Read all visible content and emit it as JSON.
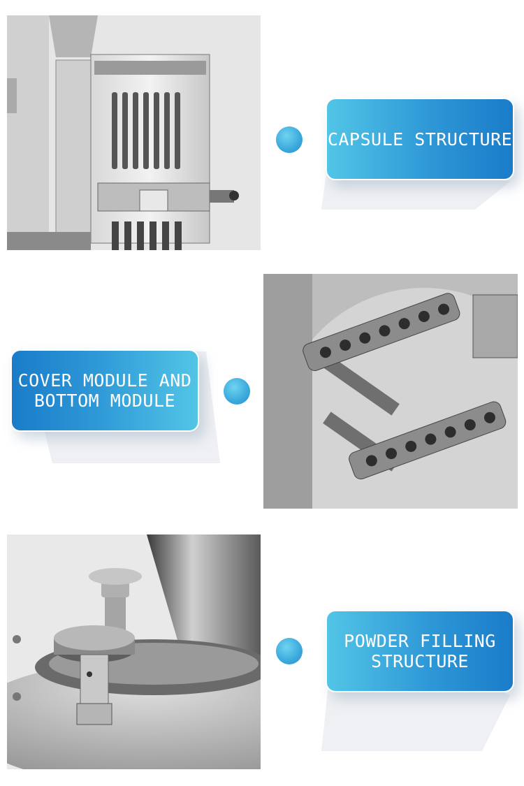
{
  "sections": [
    {
      "label": "CAPSULE STRUCTURE",
      "photo_icon": "capsule-mechanism-photo"
    },
    {
      "label": "COVER MODULE AND\nBOTTOM MODULE",
      "photo_icon": "cover-bottom-module-photo"
    },
    {
      "label": "POWDER FILLING\nSTRUCTURE",
      "photo_icon": "powder-filling-photo"
    }
  ],
  "colors": {
    "accent_start": "#52c5e6",
    "accent_end": "#1a7cc9",
    "text": "#ffffff"
  }
}
